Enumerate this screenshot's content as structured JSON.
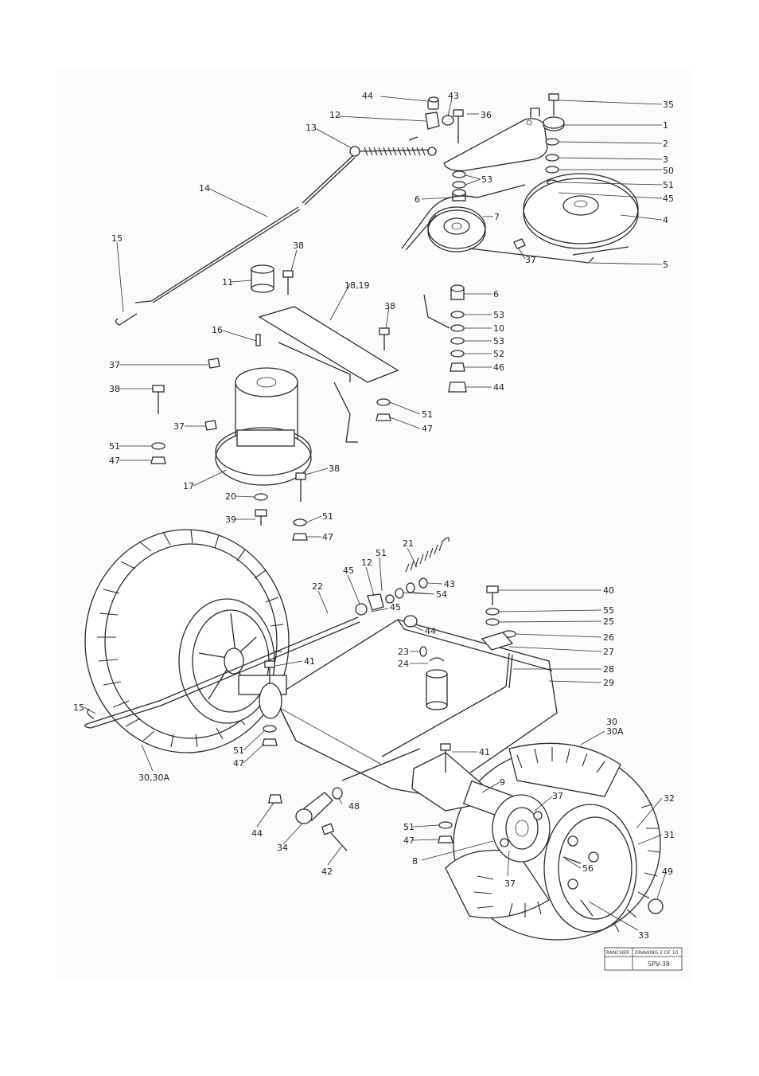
{
  "title_block": {
    "product": "RANCHER",
    "sheet": "DRAWING 2 OF 10",
    "code": "SPV-38"
  },
  "part_labels": [
    {
      "id": "44a",
      "text": "44"
    },
    {
      "id": "43a",
      "text": "43"
    },
    {
      "id": "12a",
      "text": "12"
    },
    {
      "id": "36",
      "text": "36"
    },
    {
      "id": "35",
      "text": "35"
    },
    {
      "id": "13",
      "text": "13"
    },
    {
      "id": "1",
      "text": "1"
    },
    {
      "id": "2",
      "text": "2"
    },
    {
      "id": "3",
      "text": "3"
    },
    {
      "id": "50",
      "text": "50"
    },
    {
      "id": "51a",
      "text": "51"
    },
    {
      "id": "45a",
      "text": "45"
    },
    {
      "id": "14",
      "text": "14"
    },
    {
      "id": "53a",
      "text": "53"
    },
    {
      "id": "6a",
      "text": "6"
    },
    {
      "id": "7",
      "text": "7"
    },
    {
      "id": "4",
      "text": "4"
    },
    {
      "id": "15a",
      "text": "15"
    },
    {
      "id": "37a",
      "text": "37"
    },
    {
      "id": "5",
      "text": "5"
    },
    {
      "id": "38a",
      "text": "38"
    },
    {
      "id": "11",
      "text": "11"
    },
    {
      "id": "18_19",
      "text": "18,19"
    },
    {
      "id": "6b",
      "text": "6"
    },
    {
      "id": "38b",
      "text": "38"
    },
    {
      "id": "53b",
      "text": "53"
    },
    {
      "id": "16",
      "text": "16"
    },
    {
      "id": "10",
      "text": "10"
    },
    {
      "id": "53c",
      "text": "53"
    },
    {
      "id": "52",
      "text": "52"
    },
    {
      "id": "37b",
      "text": "37"
    },
    {
      "id": "46",
      "text": "46"
    },
    {
      "id": "38c",
      "text": "38"
    },
    {
      "id": "44b",
      "text": "44"
    },
    {
      "id": "51b",
      "text": "51"
    },
    {
      "id": "37c",
      "text": "37"
    },
    {
      "id": "47a",
      "text": "47"
    },
    {
      "id": "51c",
      "text": "51"
    },
    {
      "id": "47b",
      "text": "47"
    },
    {
      "id": "38d",
      "text": "38"
    },
    {
      "id": "17",
      "text": "17"
    },
    {
      "id": "20",
      "text": "20"
    },
    {
      "id": "51d",
      "text": "51"
    },
    {
      "id": "39",
      "text": "39"
    },
    {
      "id": "47c",
      "text": "47"
    },
    {
      "id": "21",
      "text": "21"
    },
    {
      "id": "51e",
      "text": "51"
    },
    {
      "id": "12b",
      "text": "12"
    },
    {
      "id": "45b",
      "text": "45"
    },
    {
      "id": "22",
      "text": "22"
    },
    {
      "id": "43b",
      "text": "43"
    },
    {
      "id": "40",
      "text": "40"
    },
    {
      "id": "45c",
      "text": "45"
    },
    {
      "id": "54",
      "text": "54"
    },
    {
      "id": "55",
      "text": "55"
    },
    {
      "id": "25",
      "text": "25"
    },
    {
      "id": "44c",
      "text": "44"
    },
    {
      "id": "26",
      "text": "26"
    },
    {
      "id": "23",
      "text": "23"
    },
    {
      "id": "27",
      "text": "27"
    },
    {
      "id": "24",
      "text": "24"
    },
    {
      "id": "28",
      "text": "28"
    },
    {
      "id": "41a",
      "text": "41"
    },
    {
      "id": "29",
      "text": "29"
    },
    {
      "id": "15b",
      "text": "15"
    },
    {
      "id": "30",
      "text": "30"
    },
    {
      "id": "30A",
      "text": "30A"
    },
    {
      "id": "51f",
      "text": "51"
    },
    {
      "id": "47d",
      "text": "47"
    },
    {
      "id": "41b",
      "text": "41"
    },
    {
      "id": "30_30A",
      "text": "30,30A"
    },
    {
      "id": "9",
      "text": "9"
    },
    {
      "id": "32",
      "text": "32"
    },
    {
      "id": "37d",
      "text": "37"
    },
    {
      "id": "48",
      "text": "48"
    },
    {
      "id": "31",
      "text": "31"
    },
    {
      "id": "44d",
      "text": "44"
    },
    {
      "id": "51g",
      "text": "51"
    },
    {
      "id": "34",
      "text": "34"
    },
    {
      "id": "47e",
      "text": "47"
    },
    {
      "id": "8",
      "text": "8"
    },
    {
      "id": "56",
      "text": "56"
    },
    {
      "id": "42",
      "text": "42"
    },
    {
      "id": "37e",
      "text": "37"
    },
    {
      "id": "49",
      "text": "49"
    },
    {
      "id": "33",
      "text": "33"
    }
  ]
}
